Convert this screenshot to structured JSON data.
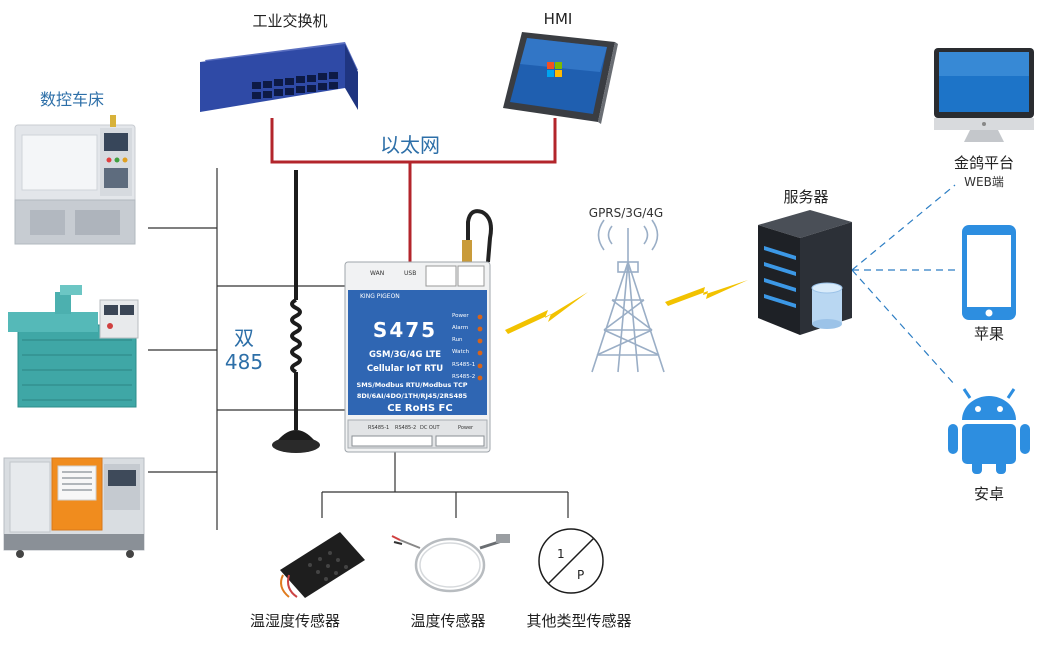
{
  "labels": {
    "cnc_group": "数控车床",
    "switch": "工业交换机",
    "hmi": "HMI",
    "ethernet": "以太网",
    "dual_485_line1": "双",
    "dual_485_line2": "485",
    "network": "GPRS/3G/4G",
    "server": "服务器",
    "web_line1": "金鸽平台",
    "web_line2": "WEB端",
    "apple": "苹果",
    "android": "安卓",
    "temp_humidity": "温湿度传感器",
    "temp": "温度传感器",
    "other_sensor": "其他类型传感器"
  },
  "rtu": {
    "brand": "KING PIGEON",
    "model": "S475",
    "line1": "GSM/3G/4G LTE",
    "line2": "Cellular IoT RTU",
    "line3": "SMS/Modbus RTU/Modbus TCP",
    "line4": "8DI/6AI/4DO/1TH/RJ45/2RS485",
    "certs": "CE RoHS FC",
    "port_wan": "WAN",
    "port_usb": "USB",
    "leds": [
      "Power",
      "Alarm",
      "Run",
      "Watch",
      "RS485-1",
      "RS485-2"
    ],
    "bottom_ports": [
      "RS485-1",
      "RS485-2",
      "DC OUT",
      "Power"
    ]
  },
  "other_sensor_symbol": {
    "top": "1",
    "bottom": "P"
  },
  "colors": {
    "ethernet_line": "#b3252b",
    "tree_line": "#333333",
    "dashed_line": "#2d7ec4",
    "lightning": "#f2c200",
    "rtu_blue": "#2f66b3",
    "icon_blue": "#2d8ee0"
  }
}
